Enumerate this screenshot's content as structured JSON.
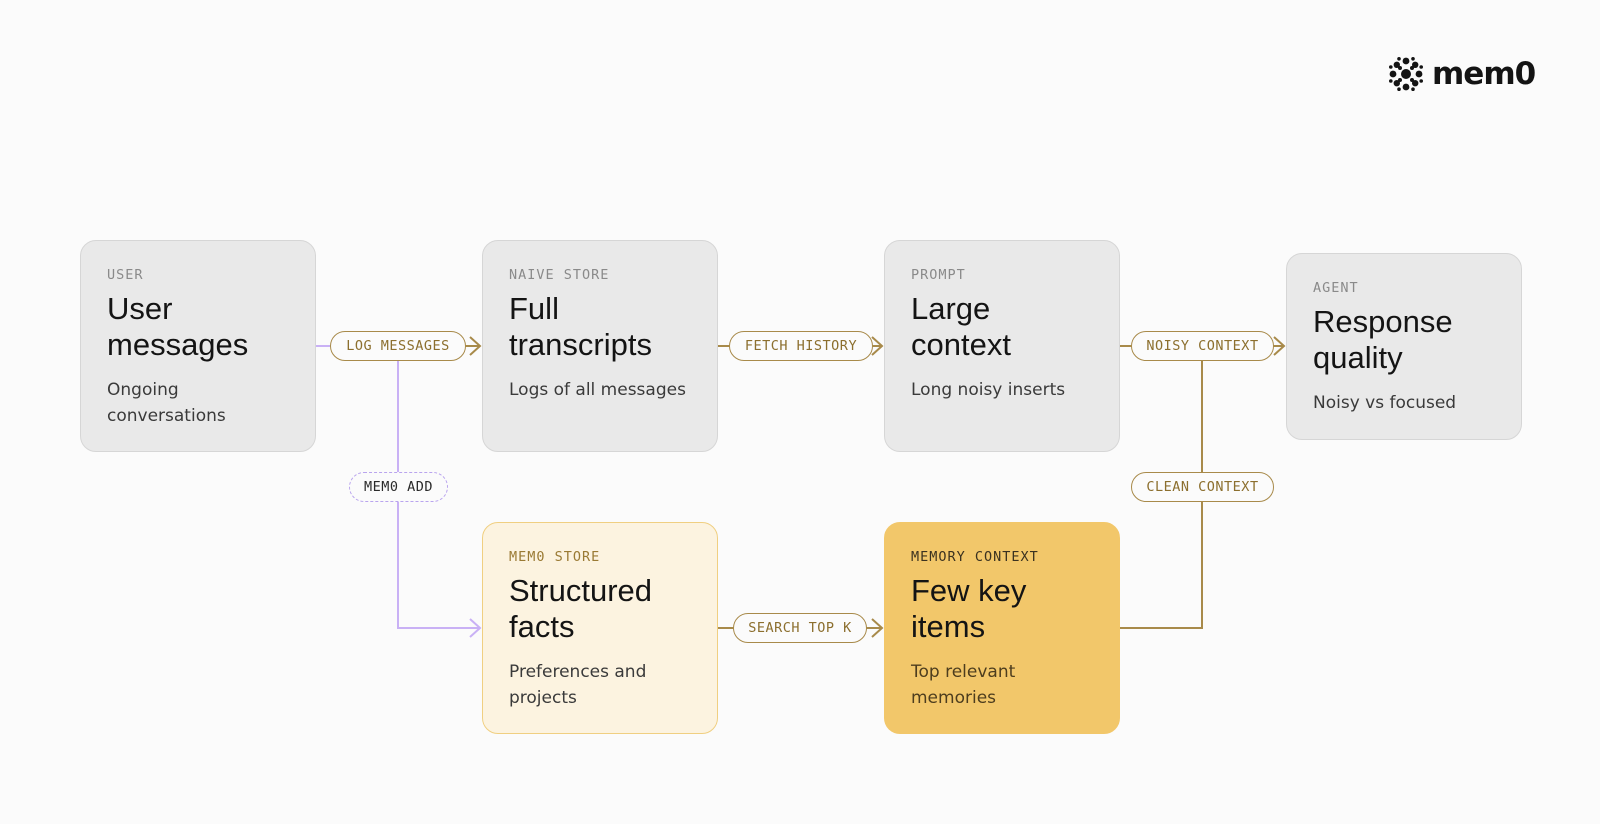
{
  "brand": {
    "name": "mem0",
    "icon": "mem0-logo-icon"
  },
  "nodes": {
    "user": {
      "eyebrow": "USER",
      "title": "User messages",
      "desc": "Ongoing conversations"
    },
    "naive": {
      "eyebrow": "NAIVE STORE",
      "title": "Full transcripts",
      "desc": "Logs of all messages"
    },
    "prompt": {
      "eyebrow": "PROMPT",
      "title": "Large context",
      "desc": "Long noisy inserts"
    },
    "agent": {
      "eyebrow": "AGENT",
      "title": "Response quality",
      "desc": "Noisy vs focused"
    },
    "mem0": {
      "eyebrow": "MEM0 STORE",
      "title": "Structured facts",
      "desc": "Preferences and projects"
    },
    "memctx": {
      "eyebrow": "MEMORY CONTEXT",
      "title": "Few key items",
      "desc": "Top relevant memories"
    }
  },
  "edges": {
    "log": "LOG MESSAGES",
    "fetch": "FETCH HISTORY",
    "noisy": "NOISY CONTEXT",
    "add": "MEM0 ADD",
    "clean": "CLEAN CONTEXT",
    "search": "SEARCH TOP K"
  },
  "colors": {
    "accent_gold": "#a88a4a",
    "accent_purple": "#c9b1f5",
    "gold_fill": "#f2c76a",
    "cream_fill": "#fcf3e0"
  }
}
